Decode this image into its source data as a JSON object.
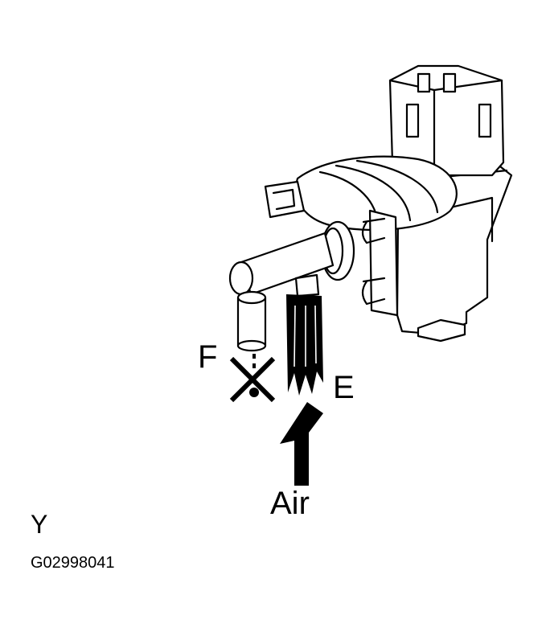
{
  "figure": {
    "subject": "vacuum-switching-valve",
    "labels": {
      "port_f": "F",
      "port_e": "E",
      "air": "Air",
      "result": "Y"
    },
    "figure_id": "G02998041"
  },
  "icons": {
    "blocked_port": "cross-icon",
    "airflow": "arrow-up-icon"
  },
  "colors": {
    "ink": "#000000",
    "paper": "#ffffff"
  }
}
